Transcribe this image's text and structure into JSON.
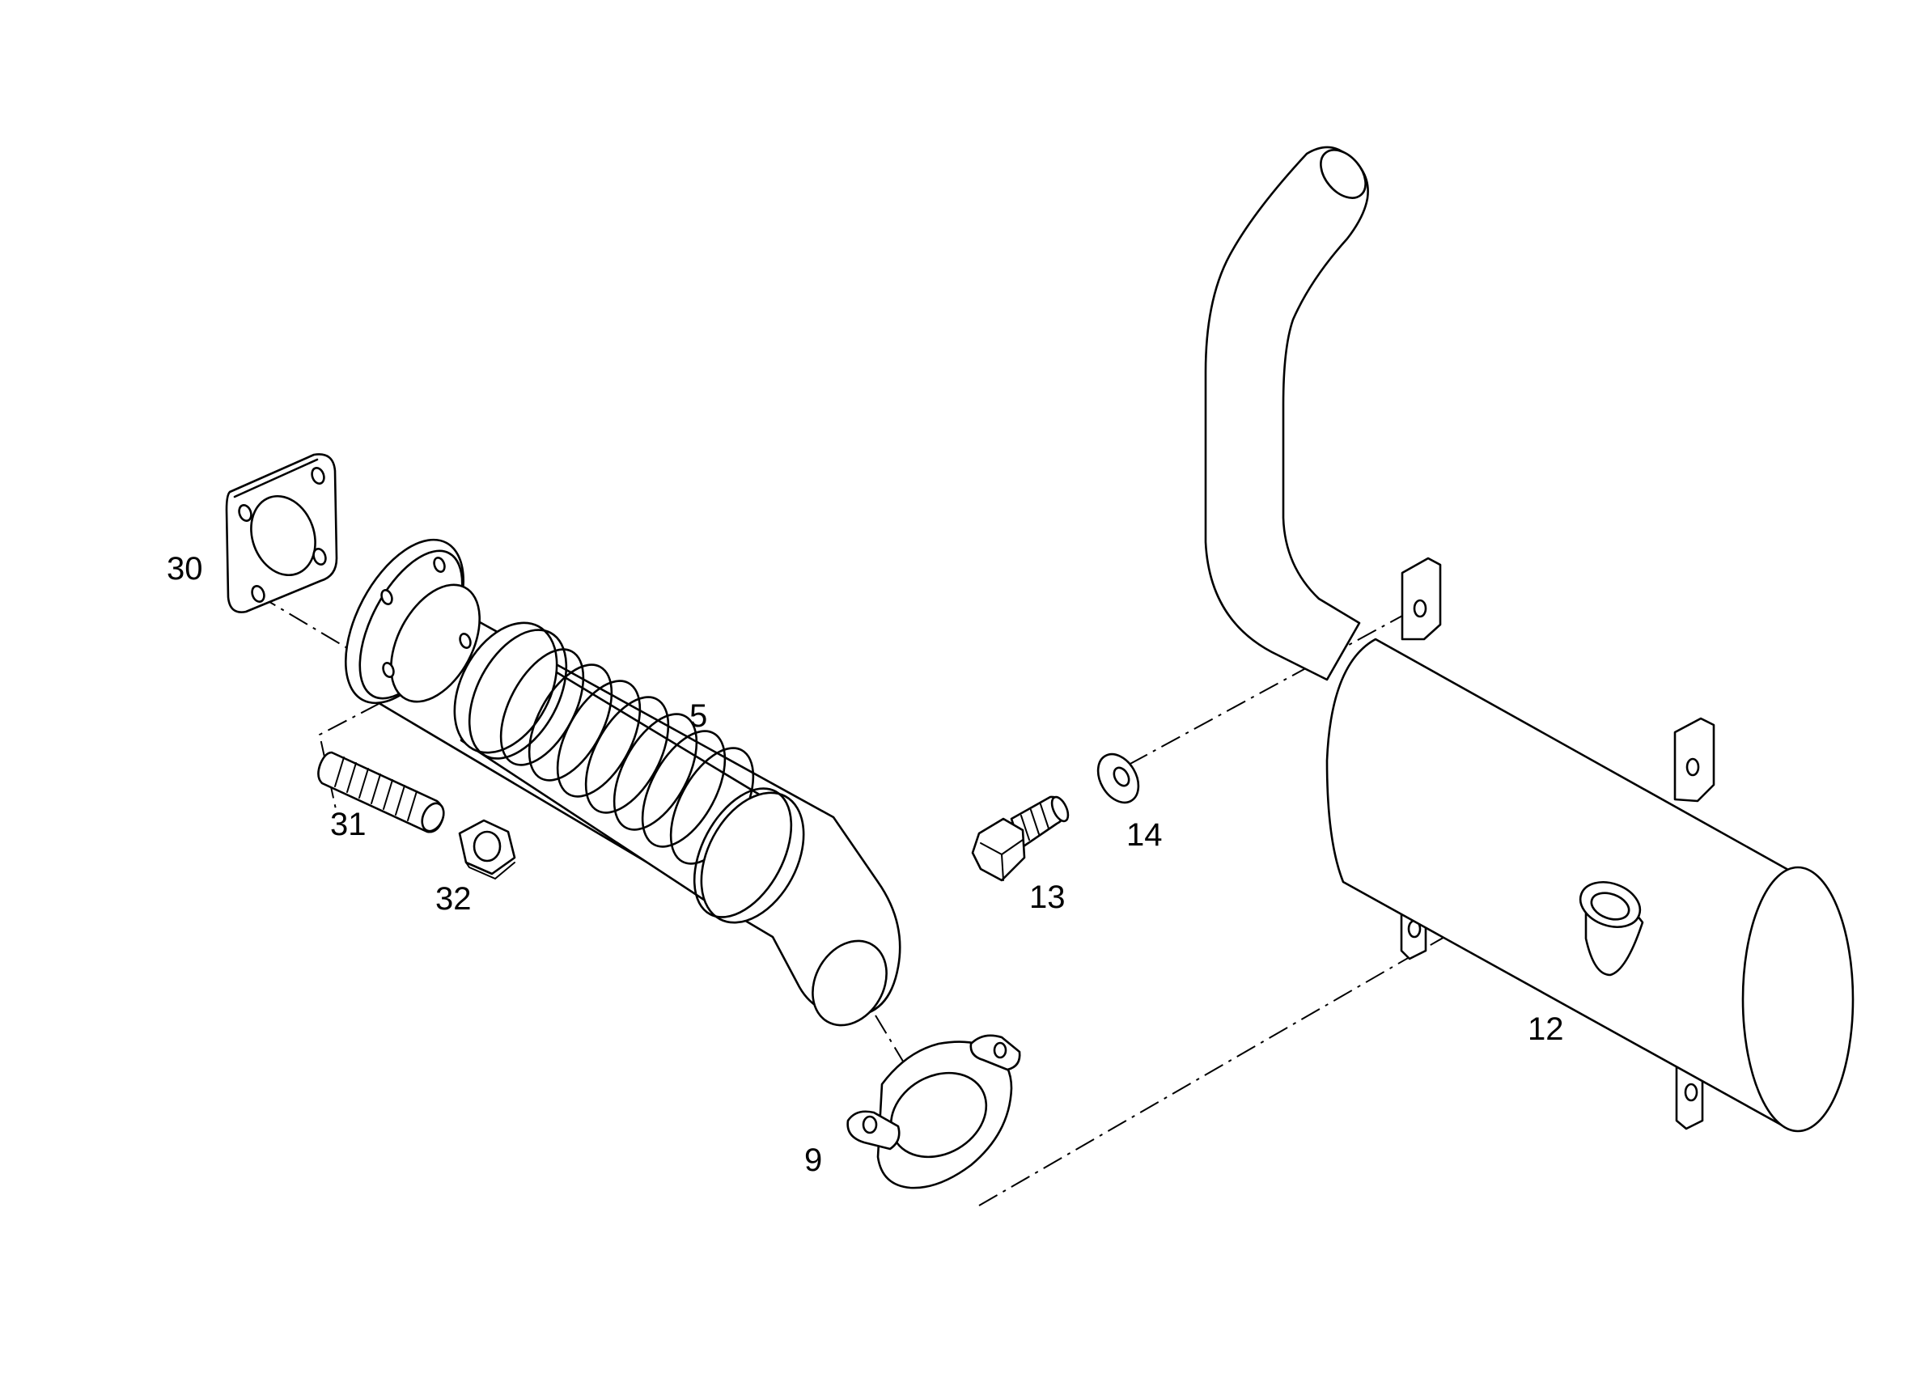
{
  "diagram": {
    "callouts": {
      "p30": "30",
      "p5": "5",
      "p31": "31",
      "p32": "32",
      "p13": "13",
      "p14": "14",
      "p12": "12",
      "p9": "9"
    },
    "parts": [
      {
        "ref": "30",
        "name": "flange gasket"
      },
      {
        "ref": "5",
        "name": "flexible exhaust pipe"
      },
      {
        "ref": "31",
        "name": "stud bolt"
      },
      {
        "ref": "32",
        "name": "hex nut"
      },
      {
        "ref": "13",
        "name": "hex bolt"
      },
      {
        "ref": "14",
        "name": "washer"
      },
      {
        "ref": "12",
        "name": "muffler with tailpipe"
      },
      {
        "ref": "9",
        "name": "pipe clamp"
      }
    ]
  }
}
